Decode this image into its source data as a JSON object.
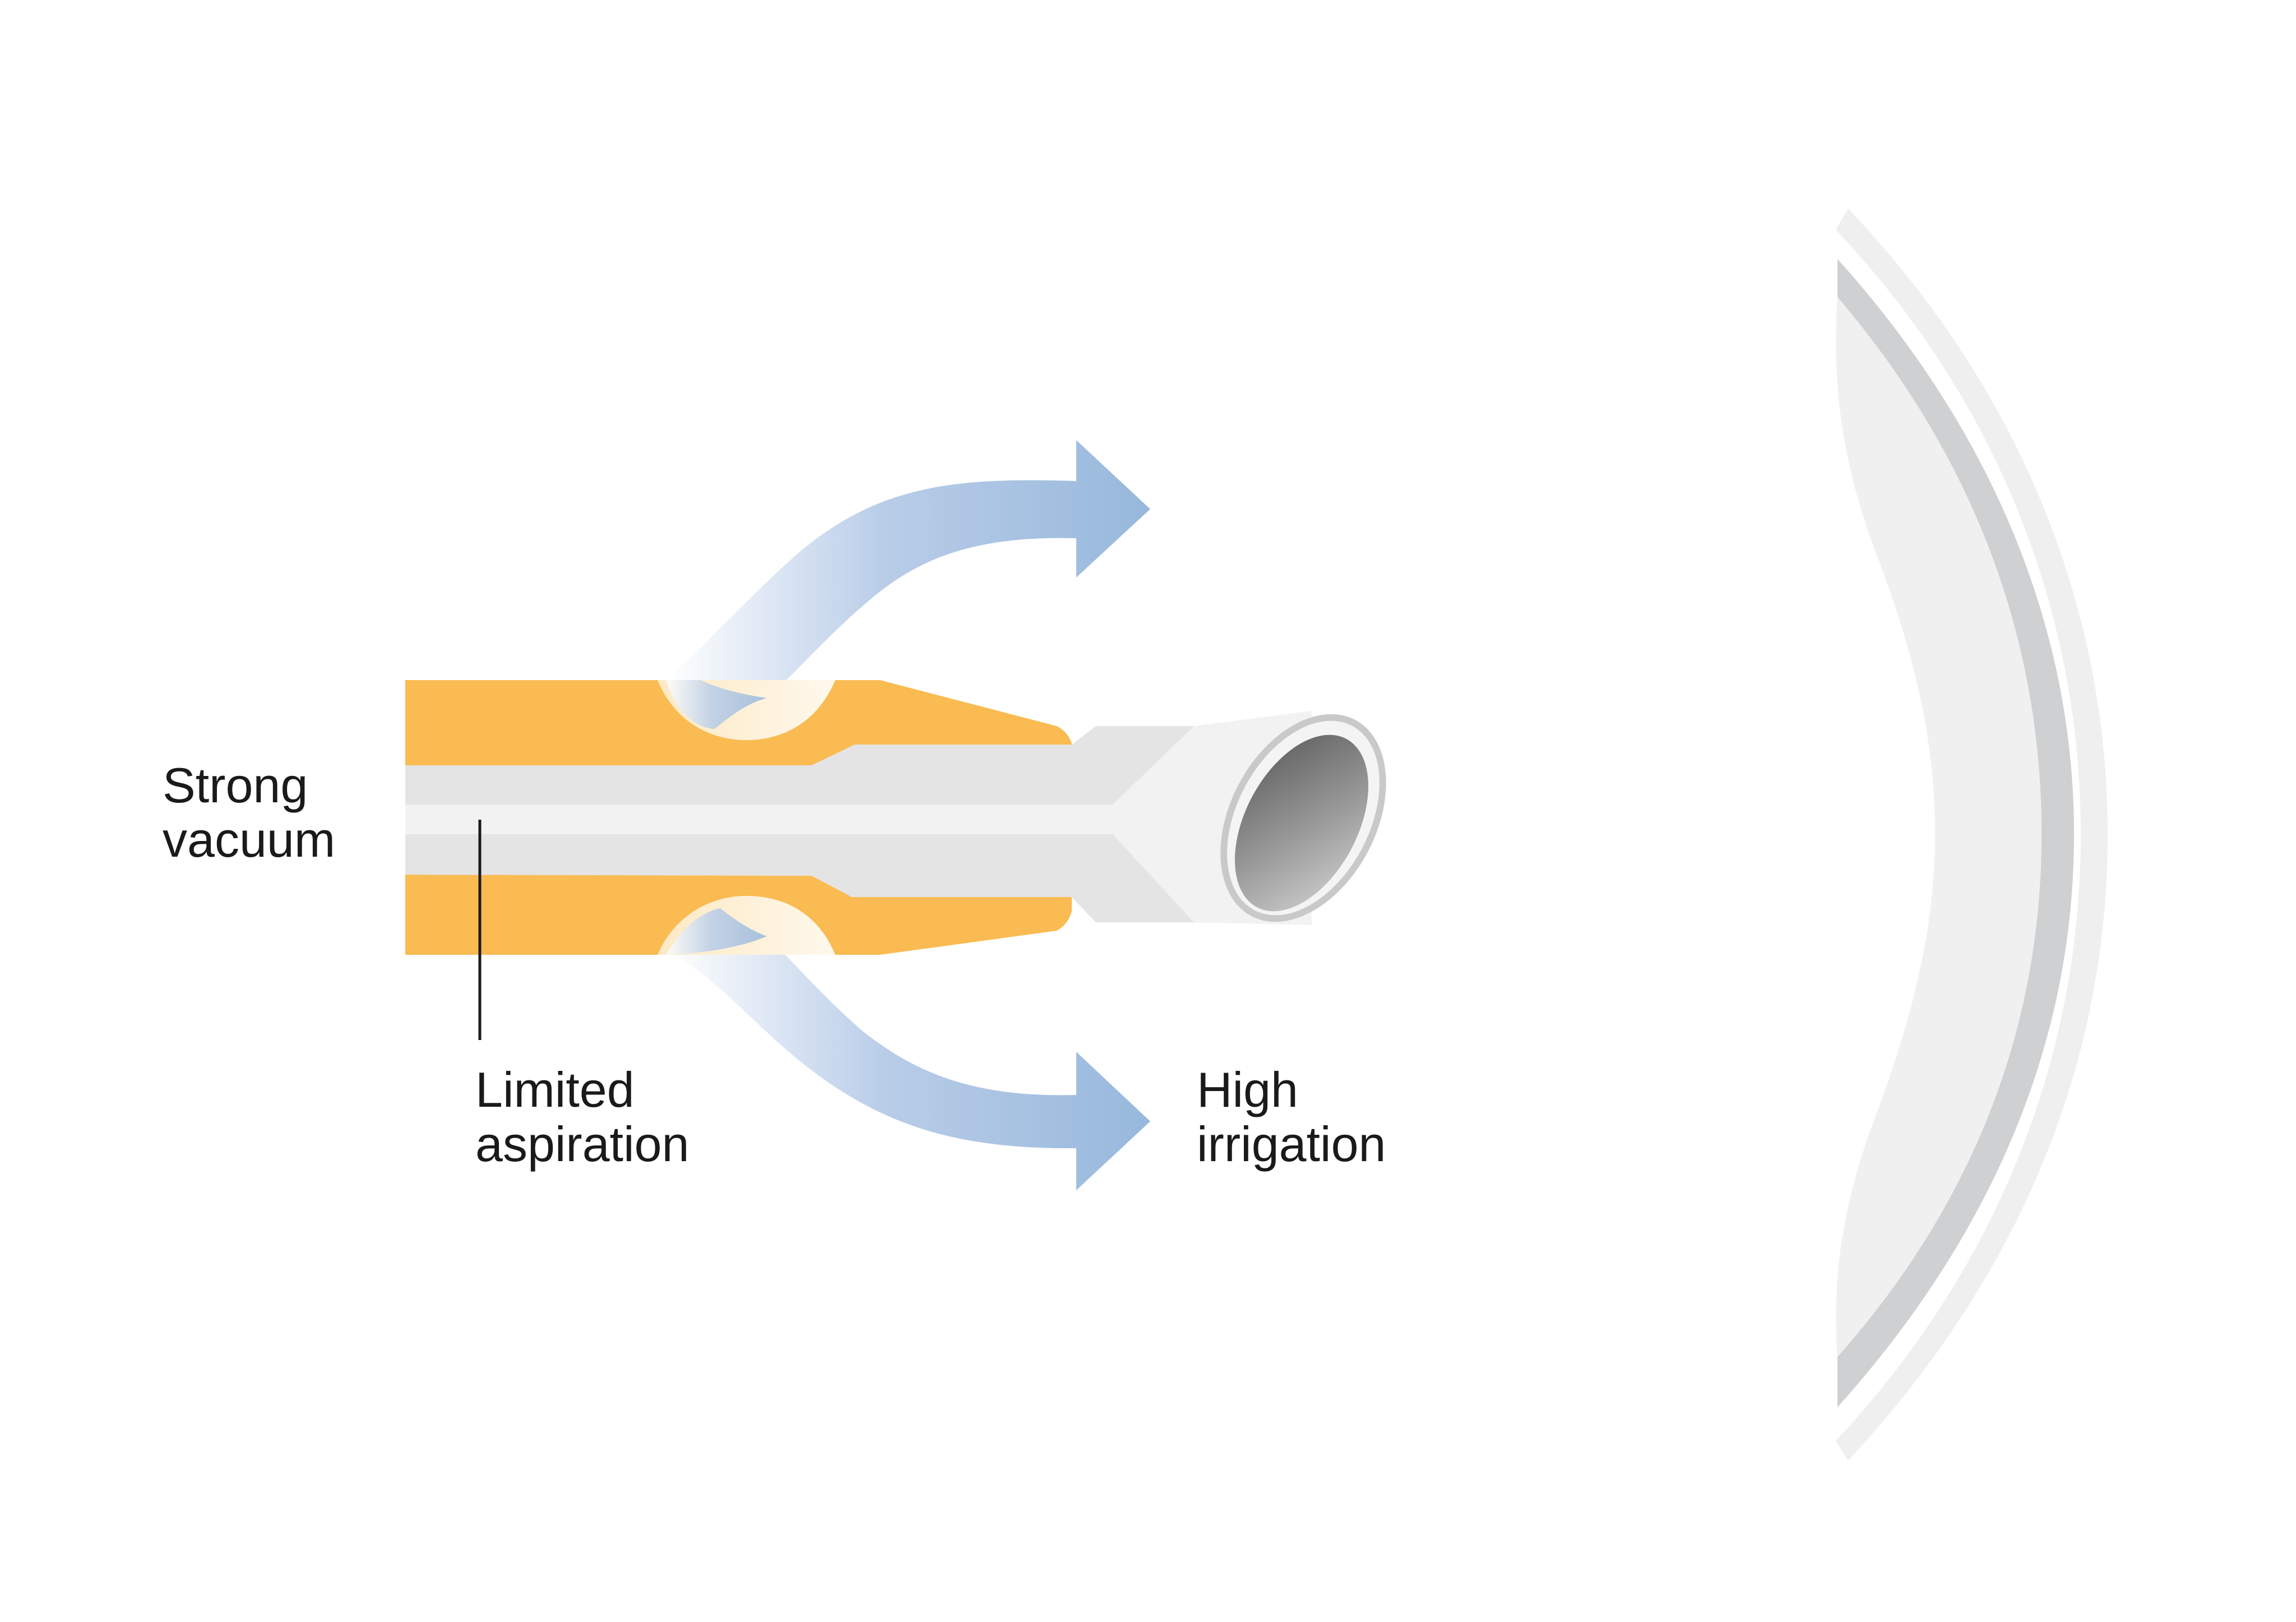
{
  "labels": {
    "strong_vacuum": {
      "line1": "Strong",
      "line2": "vacuum"
    },
    "limited_aspiration": {
      "line1": "Limited",
      "line2": "aspiration"
    },
    "high_irrigation": {
      "line1": "High",
      "line2": "irrigation"
    }
  },
  "colors": {
    "sleeve": "#f9bb52",
    "tube_light": "#e4e4e4",
    "tube_lumen": "#f2f2f2",
    "tip_face": "#efefef",
    "flow_arrow": "#97b8dc",
    "cornea_outer": "#efefef",
    "cornea_mid": "#cfd0d1",
    "cornea_inner": "#f0f0f0"
  },
  "icons": {
    "irrigation_arrows": "curved-arrow-icon",
    "leader_line": "pointer-line"
  }
}
